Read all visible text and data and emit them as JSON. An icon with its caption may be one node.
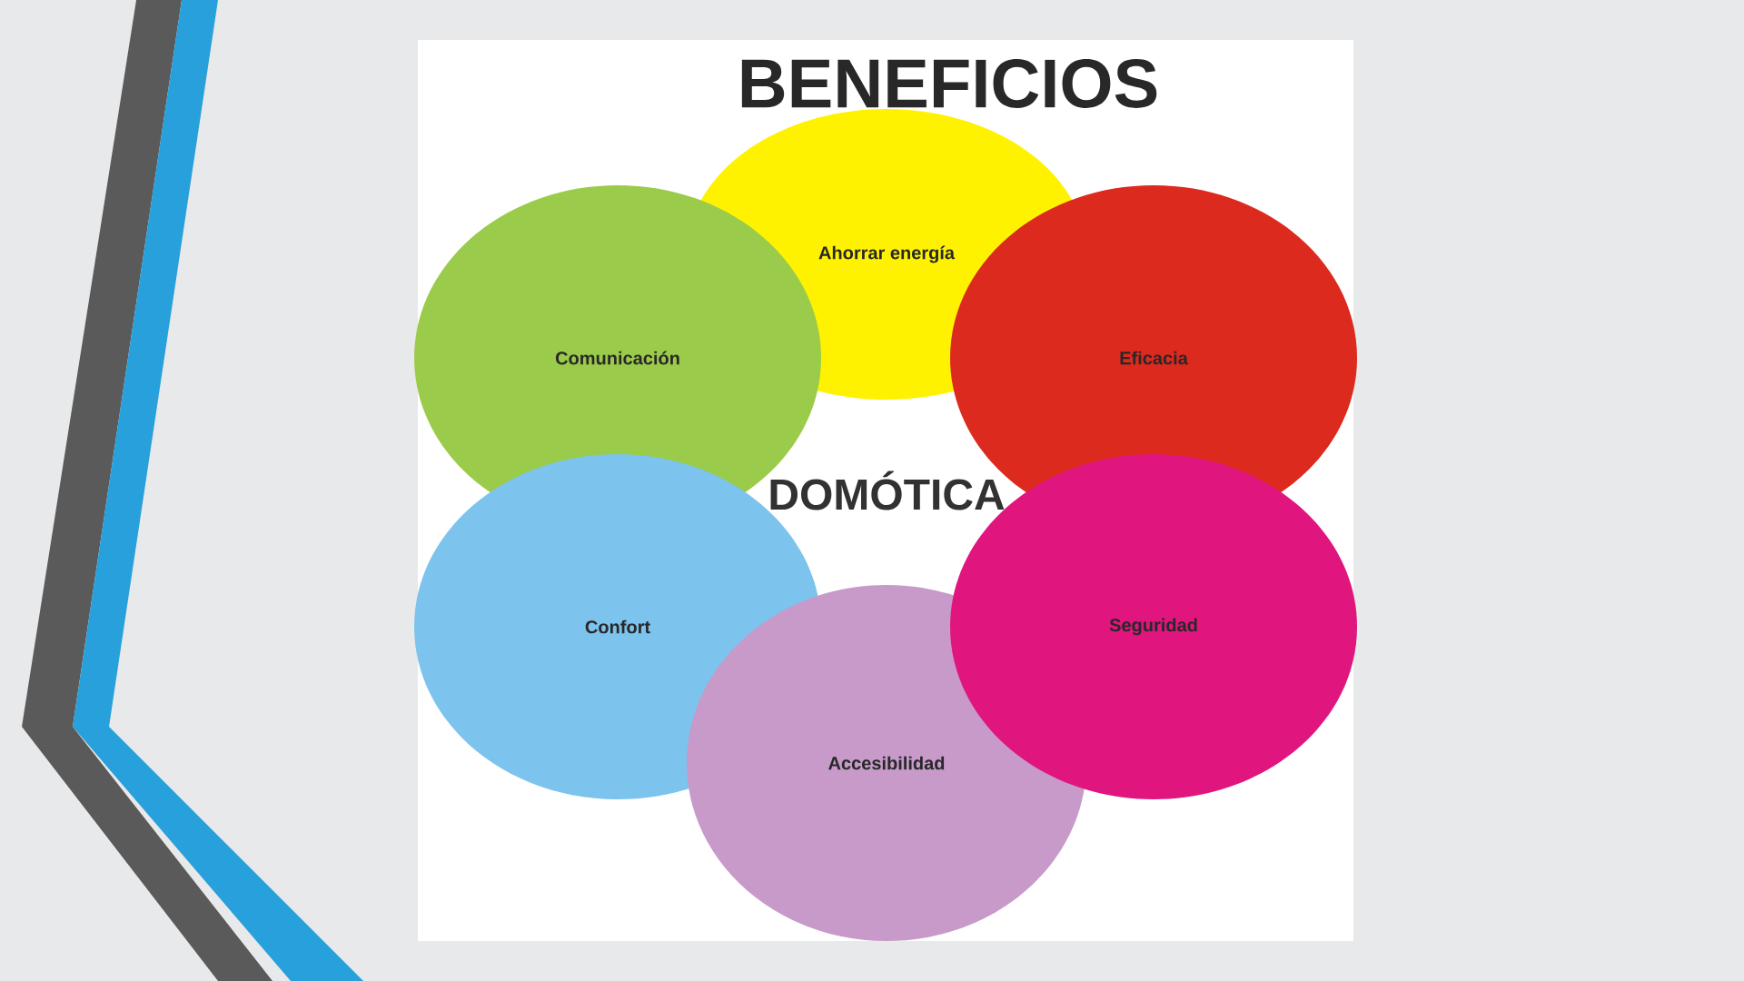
{
  "diagram": {
    "title": "BENEFICIOS",
    "nodes": [
      {
        "text": [
          "Ahorrar energía"
        ]
      },
      {
        "text": [
          "Comunicación"
        ]
      },
      {
        "text": [
          "Eficacia"
        ]
      },
      {
        "text": [
          "Confort"
        ]
      },
      {
        "text": [
          "Seguridad"
        ]
      },
      {
        "text": [
          "Accesibilidad"
        ]
      }
    ],
    "edges": [],
    "labels": [
      "DOMÓTICA"
    ]
  }
}
